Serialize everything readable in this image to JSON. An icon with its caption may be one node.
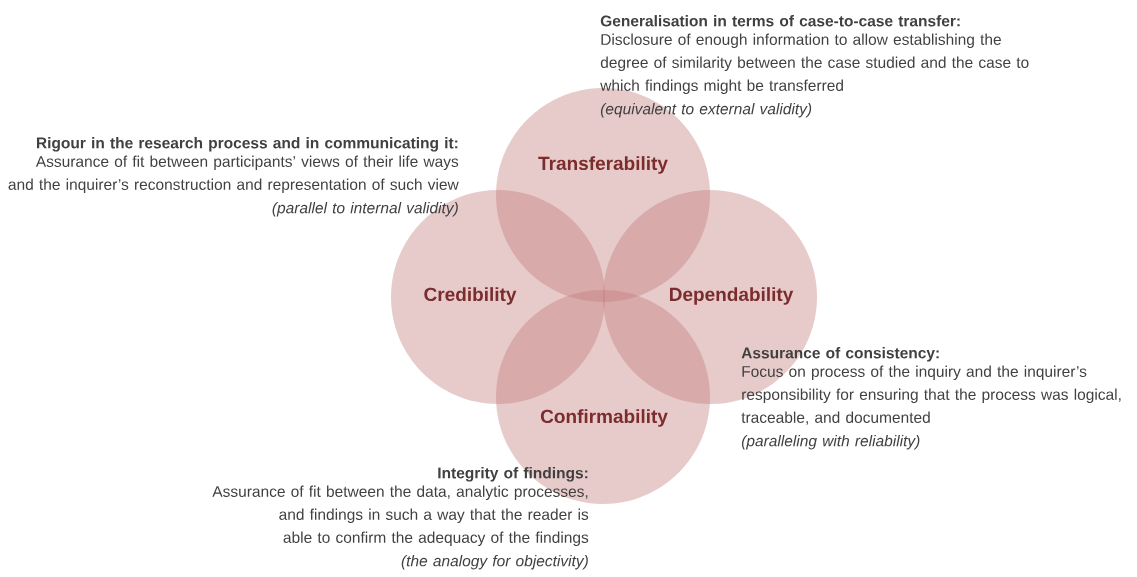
{
  "diagram": {
    "nodes": [
      {
        "text": [
          "Transferability"
        ],
        "beside": [
          "Generalisation in terms of case-to-case transfer:",
          "Disclosure of enough information to allow establishing the degree of similarity between the case studied and the case to which findings might be transferred",
          "(equivalent to external validity)"
        ]
      },
      {
        "text": [
          "Credibility"
        ],
        "beside": [
          "Rigour in the research process and in communicating it:",
          "Assurance of fit between participants’ views of their life ways and the inquirer’s reconstruction and representation of such view",
          "(parallel to internal validity)"
        ]
      },
      {
        "text": [
          "Dependability"
        ],
        "beside": [
          "Assurance of consistency:",
          "Focus on process of the inquiry and the inquirer’s responsibility for ensuring that the process was logical, traceable, and documented",
          "(paralleling with reliability)"
        ]
      },
      {
        "text": [
          "Confirmability"
        ],
        "beside": [
          "Integrity of findings:",
          "Assurance of fit between the data, analytic processes, and findings in such a way that the reader is able to confirm the adequacy of the findings",
          "(the analogy for objectivity)"
        ]
      }
    ]
  }
}
